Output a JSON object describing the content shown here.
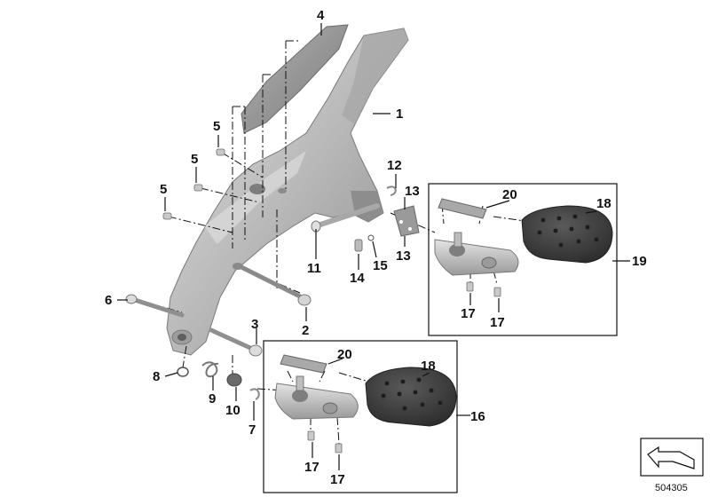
{
  "diagram": {
    "callouts": {
      "c1": "1",
      "c2": "2",
      "c3": "3",
      "c4": "4",
      "c5a": "5",
      "c5b": "5",
      "c5c": "5",
      "c6": "6",
      "c7": "7",
      "c8": "8",
      "c9": "9",
      "c10": "10",
      "c11": "11",
      "c12": "12",
      "c13a": "13",
      "c13b": "13",
      "c14": "14",
      "c15": "15",
      "c16": "16",
      "c17a": "17",
      "c17b": "17",
      "c17c": "17",
      "c17d": "17",
      "c18a": "18",
      "c18b": "18",
      "c19": "19",
      "c20a": "20",
      "c20b": "20"
    },
    "document_number": "504305",
    "colors": {
      "bracket_fill": "#bdbdbd",
      "bracket_dark": "#8f8f8f",
      "cover_fill": "#9a9a9a",
      "rubber_fill": "#3a3a3a",
      "rubber_dark": "#222222",
      "line": "#111111"
    }
  }
}
